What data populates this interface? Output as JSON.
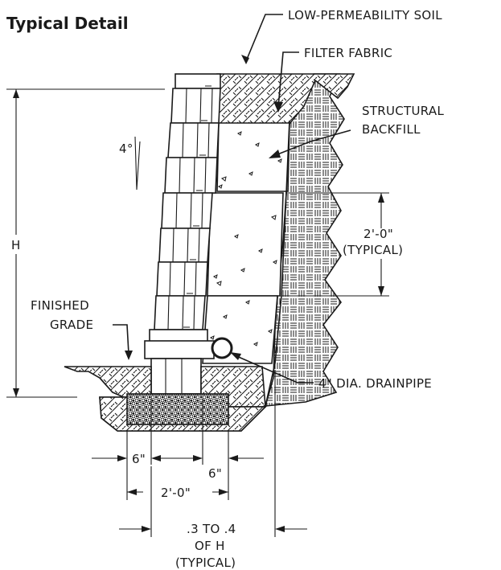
{
  "title": "Typical Detail",
  "labels": {
    "low_permeability_soil": "LOW-PERMEABILITY SOIL",
    "filter_fabric": "FILTER FABRIC",
    "structural_line1": "STRUCTURAL",
    "structural_line2": "BACKFILL",
    "batter": "4°",
    "height": "H",
    "spacing_value": "2'-0\"",
    "spacing_note": "(TYPICAL)",
    "finished_line1": "FINISHED",
    "finished_line2": "GRADE",
    "drainpipe": "4\" DIA. DRAINPIPE",
    "left_offset": "6\"",
    "right_offset": "6\"",
    "base_width": "2'-0\"",
    "reinforce_line1": ".3 TO .4",
    "reinforce_line2": "OF H",
    "reinforce_line3": "(TYPICAL)"
  }
}
